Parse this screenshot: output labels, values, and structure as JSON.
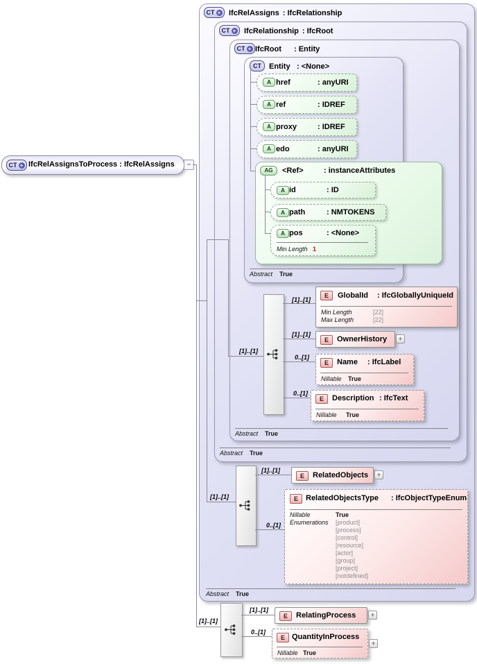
{
  "icons": {
    "complex_type": "CT",
    "plus": "+",
    "attribute": "A",
    "attribute_group": "AG",
    "element": "E",
    "expand": "+",
    "collapse": "−"
  },
  "root_node": {
    "label": "IfcRelAssignsToProcess : IfcRelAssigns"
  },
  "boxes": {
    "relassigns": {
      "name": "IfcRelAssigns",
      "type": ": IfcRelationship",
      "footer_label": "Abstract",
      "footer_value": "True"
    },
    "relationship": {
      "name": "IfcRelationship",
      "type": ": IfcRoot",
      "footer_label": "Abstract",
      "footer_value": "True"
    },
    "root": {
      "name": "IfcRoot",
      "type": ": Entity",
      "footer_label": "Abstract",
      "footer_value": "True"
    },
    "entity": {
      "name": "Entity",
      "type": ": <None>",
      "footer_label": "Abstract",
      "footer_value": "True"
    }
  },
  "entity_attributes": [
    {
      "name": "href",
      "type": ": anyURI"
    },
    {
      "name": "ref",
      "type": ": IDREF"
    },
    {
      "name": "proxy",
      "type": ": IDREF"
    },
    {
      "name": "edo",
      "type": ": anyURI"
    }
  ],
  "ref_group": {
    "name": "<Ref>",
    "type": ": instanceAttributes",
    "attributes": [
      {
        "name": "id",
        "type": ": ID"
      },
      {
        "name": "path",
        "type": ": NMTOKENS"
      }
    ],
    "pos": {
      "name": "pos",
      "type": ": <None>",
      "facet_label": "Min Length",
      "facet_value": "1"
    }
  },
  "sequences": {
    "root": {
      "cardinality": "[1]..[1]"
    },
    "relassigns": {
      "cardinality": "[1]..[1]"
    },
    "process": {
      "cardinality": "[1]..[1]"
    }
  },
  "elements": {
    "global_id": {
      "cardinality": "[1]..[1]",
      "name": "GlobalId",
      "type": ": IfcGloballyUniqueId",
      "facets": [
        {
          "label": "Min Length",
          "value": "[22]"
        },
        {
          "label": "Max Length",
          "value": "[22]"
        }
      ]
    },
    "owner_history": {
      "cardinality": "[1]..[1]",
      "name": "OwnerHistory"
    },
    "name": {
      "cardinality": "0..[1]",
      "name": "Name",
      "type": ": IfcLabel",
      "facet_label": "Nillable",
      "facet_value": "True"
    },
    "description": {
      "cardinality": "0..[1]",
      "name": "Description",
      "type": ": IfcText",
      "facet_label": "Nillable",
      "facet_value": "True"
    },
    "related_objects": {
      "cardinality": "[1]..[1]",
      "name": "RelatedObjects"
    },
    "related_objects_type": {
      "cardinality": "0..[1]",
      "name": "RelatedObjectsType",
      "type": ": IfcObjectTypeEnum",
      "nillable_label": "Nillable",
      "nillable_value": "True",
      "enum_label": "Enumerations",
      "enums": [
        "[product]",
        "[process]",
        "[control]",
        "[resource]",
        "[actor]",
        "[group]",
        "[project]",
        "[notdefined]"
      ]
    },
    "relating_process": {
      "cardinality": "[1]..[1]",
      "name": "RelatingProcess"
    },
    "quantity_in_process": {
      "cardinality": "0..[1]",
      "name": "QuantityInProcess",
      "facet_label": "Nillable",
      "facet_value": "True"
    }
  }
}
